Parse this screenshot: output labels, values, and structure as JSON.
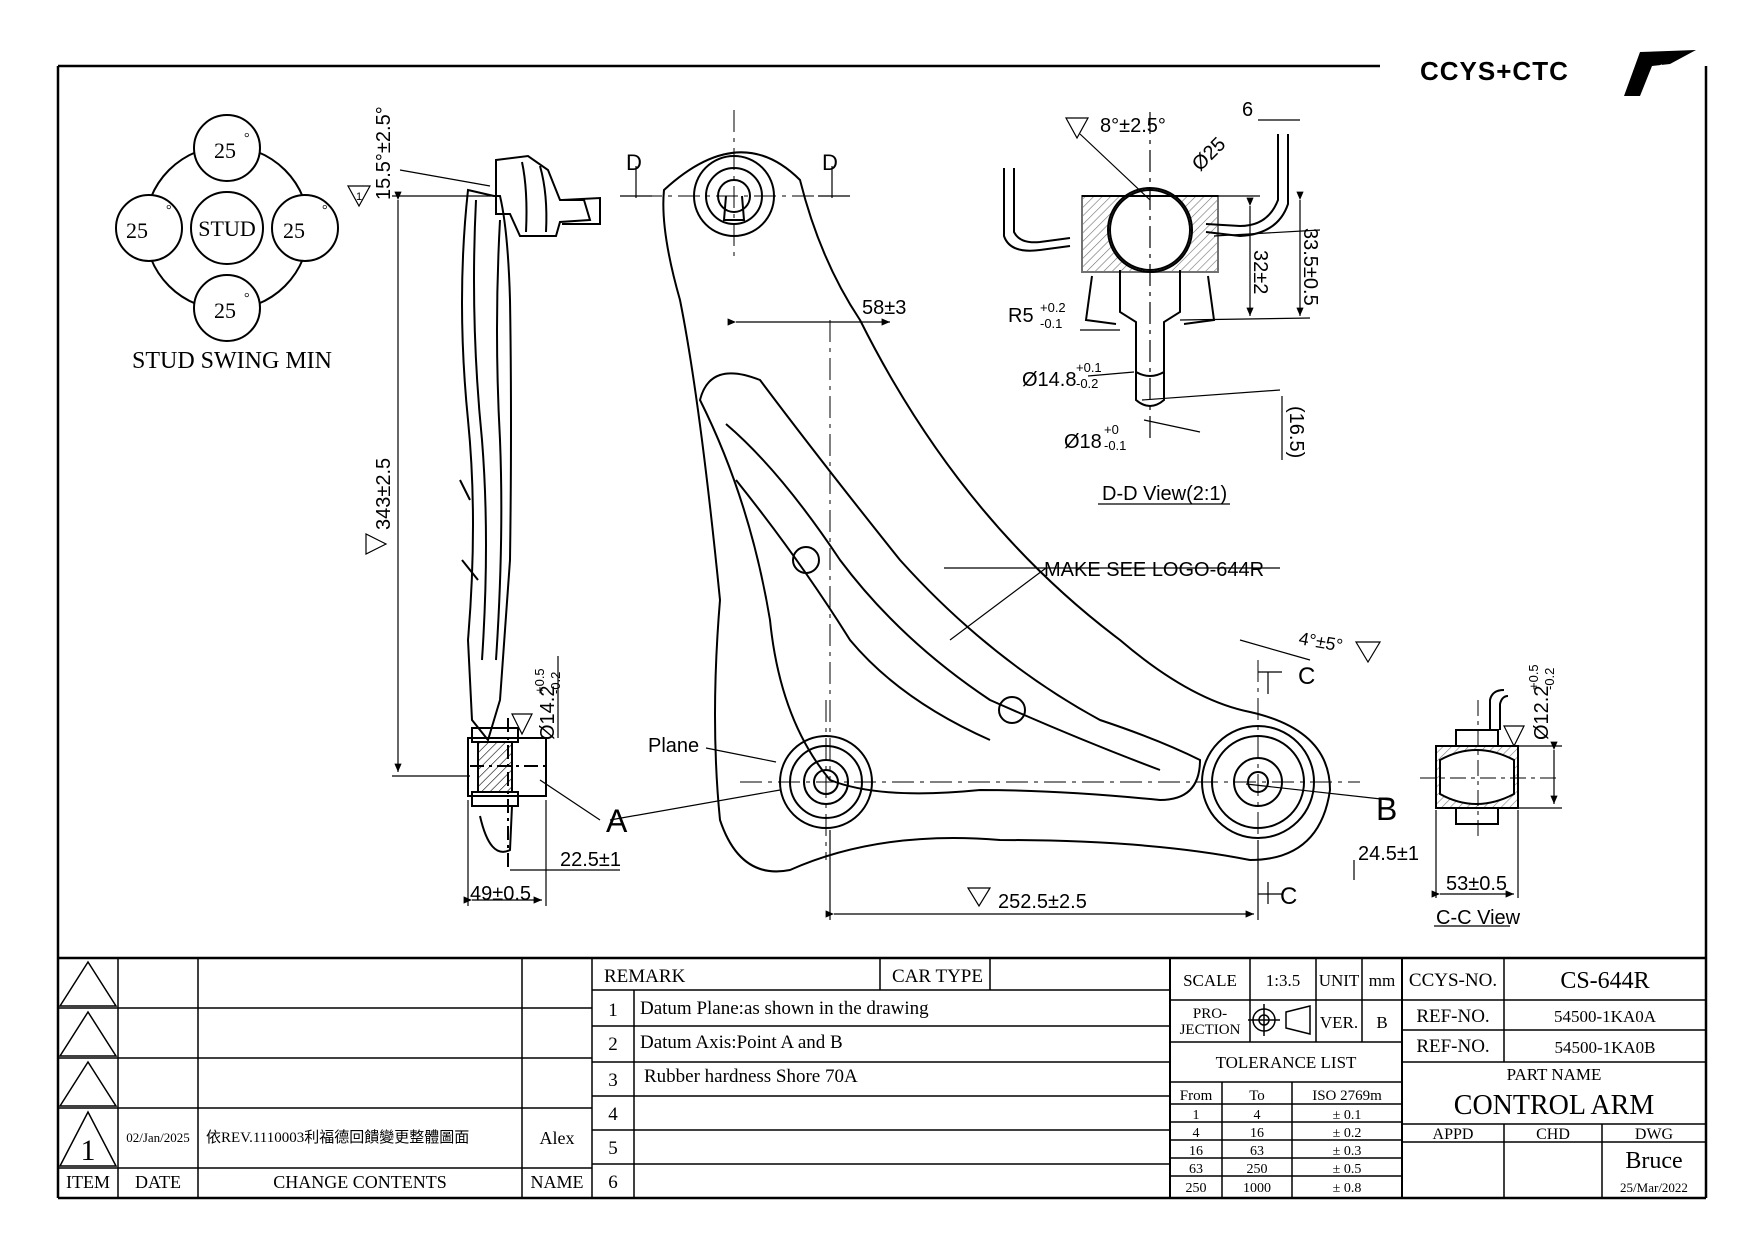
{
  "brand": {
    "logo_text": "CCYS+CTC"
  },
  "stud": {
    "center_label": "STUD",
    "angle_top": "25",
    "angle_left": "25",
    "angle_right": "25",
    "angle_bottom": "25",
    "deg": "°",
    "caption": "STUD SWING MIN"
  },
  "side_view": {
    "dim_angle": "15.5°±2.5°",
    "dim_height": "343±2.5",
    "dim_bush_dia": "Ø14.2",
    "dim_bush_dia_tol_up": "+0.5",
    "dim_bush_dia_tol_dn": "-0.2",
    "dim_offset": "22.5±1",
    "dim_width": "49±0.5",
    "tri": "1"
  },
  "plan_view": {
    "section_d_left": "D",
    "section_d_right": "D",
    "dim_58": "58±3",
    "note_logo": "MAKE SEE LOGO-644R",
    "label_plane": "Plane",
    "label_a": "A",
    "label_b": "B",
    "section_c_top": "C",
    "section_c_bottom": "C",
    "dim_angle": "4°±5°",
    "dim_span": "252.5±2.5",
    "dim_245": "24.5±1"
  },
  "dd_view": {
    "angle": "8°±2.5°",
    "dim_6": "6",
    "dim_ball": "Ø25",
    "dim_335": "33.5±0.5",
    "dim_32": "32±2",
    "r5": "R5",
    "r5_up": "+0.2",
    "r5_dn": "-0.1",
    "d148": "Ø14.8",
    "d148_up": "+0.1",
    "d148_dn": "-0.2",
    "d18": "Ø18",
    "d18_up": "+0",
    "d18_dn": "-0.1",
    "dim_165": "(16.5)",
    "caption": "D-D View(2:1)"
  },
  "cc_view": {
    "dim_dia": "Ø12.2",
    "dim_dia_up": "+0.5",
    "dim_dia_dn": "-0.2",
    "dim_width": "53±0.5",
    "caption": "C-C View"
  },
  "revisions": {
    "rows": [
      {
        "item": "",
        "date": "",
        "contents": "",
        "name": ""
      },
      {
        "item": "",
        "date": "",
        "contents": "",
        "name": ""
      },
      {
        "item": "",
        "date": "",
        "contents": "",
        "name": ""
      },
      {
        "item": "1",
        "date": "02/Jan/2025",
        "contents": "依REV.1110003利福德回饋變更整體圖面",
        "name": "Alex"
      }
    ],
    "headers": {
      "item": "ITEM",
      "date": "DATE",
      "contents": "CHANGE CONTENTS",
      "name": "NAME"
    }
  },
  "remarks": {
    "header": "REMARK",
    "car_type_label": "CAR TYPE",
    "items": [
      {
        "no": "1",
        "text": "Datum Plane:as shown in the drawing"
      },
      {
        "no": "2",
        "text": "Datum Axis:Point A and B"
      },
      {
        "no": "3",
        "text": "Rubber hardness Shore 70A"
      },
      {
        "no": "4",
        "text": ""
      },
      {
        "no": "5",
        "text": ""
      },
      {
        "no": "6",
        "text": ""
      }
    ]
  },
  "scale_block": {
    "scale_label": "SCALE",
    "scale_value": "1:3.5",
    "unit_label": "UNIT",
    "unit_value": "mm",
    "projection_label_1": "PRO-",
    "projection_label_2": "JECTION",
    "ver_label": "VER.",
    "ver_value": "B",
    "tolerance_title": "TOLERANCE LIST",
    "tol_headers": {
      "from": "From",
      "to": "To",
      "iso": "ISO 2769m"
    },
    "tolerances": [
      {
        "from": "1",
        "to": "4",
        "tol": "± 0.1"
      },
      {
        "from": "4",
        "to": "16",
        "tol": "± 0.2"
      },
      {
        "from": "16",
        "to": "63",
        "tol": "± 0.3"
      },
      {
        "from": "63",
        "to": "250",
        "tol": "± 0.5"
      },
      {
        "from": "250",
        "to": "1000",
        "tol": "± 0.8"
      }
    ]
  },
  "title_block": {
    "ccys_label": "CCYS-NO.",
    "ccys_value": "CS-644R",
    "ref_label": "REF-NO.",
    "ref1": "54500-1KA0A",
    "ref2": "54500-1KA0B",
    "part_name_label": "PART NAME",
    "part_name": "CONTROL ARM",
    "appd": "APPD",
    "chd": "CHD",
    "dwg": "DWG",
    "drawn_by": "Bruce",
    "date": "25/Mar/2022"
  }
}
